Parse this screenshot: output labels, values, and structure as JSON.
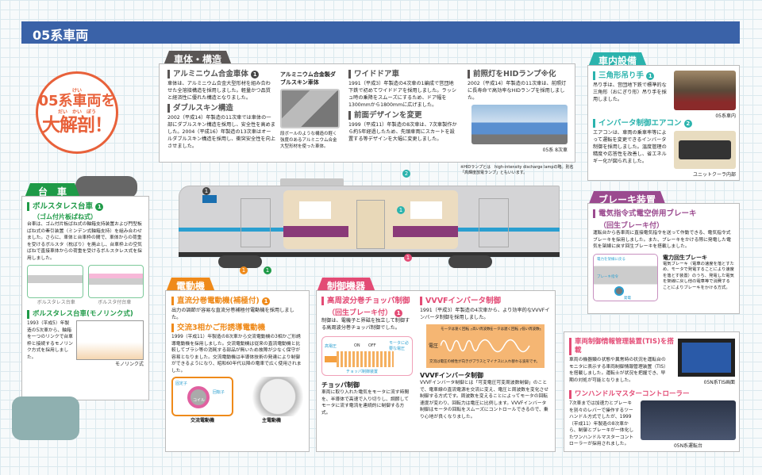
{
  "header": {
    "title": "05系車両"
  },
  "logo": {
    "line1": "05系車両を",
    "line2": "大解剖！",
    "ruby1": "けい",
    "ruby2": "だい　かい　ぼう"
  },
  "body_section": {
    "tab": "車体・構造",
    "alu": {
      "title": "アルミニウム合金車体",
      "num": "1",
      "text": "車体は、アルミニウム合金大型形材を組み合わせた全溶接構造を採用しました。軽量かつ品質と経済性に優れた構造となりました。"
    },
    "double": {
      "title": "ダブルスキン構造",
      "text": "2002（平成14）年製造の11次車では車体の一部にダブルスキン構造を採用し、安全性を高めました。2004（平成16）年製造の13次車はオールダブルスキン構造を採用し、衝突安全性を向上させました。"
    },
    "figure": {
      "title": "アルミニウム合金製ダブルスキン車体",
      "caption": "段ボールのような構造の軽く強度のあるアルミニウム合金大型形材を使った車体。"
    },
    "wide": {
      "title": "ワイドドア車",
      "text": "1991（平成3）年製造の4次車の1編成で営団地下鉄で初めてワイドドアを採用しました。ラッシュ時の乗降をスムーズにするため、ドア幅を1300mmから1800mmに広げました。"
    },
    "front": {
      "title": "前面デザインを変更",
      "text": "1999（平成11）年製造の8次車は、7次車製作から約5年経過したため、先頭車両にスカートを設置する等デザインを大幅に変更しました。"
    },
    "hid": {
      "title": "前照灯をHIDランプ※化",
      "text": "2002（平成14）年製造の11次車は、前照灯に長寿命で高効率なHIDランプを採用しました。",
      "caption": "05系 8次車"
    },
    "note": "※HIDランプとは　high-intensity discharge lampの略。別名「高輝度放電ランプ」ともいいます。"
  },
  "interior": {
    "tab": "車内設備",
    "strap": {
      "title": "三角形吊り手",
      "num": "1",
      "text": "吊り手は、営団地下鉄で標準的な三角形（おにぎり形）吊り手を採用しました。",
      "caption": "05系車内"
    },
    "ac": {
      "title": "インバータ制御エアコン",
      "num": "2",
      "text": "エアコンは、車両の乗車率等によって運転を変更できるインバータ制御を採用しました。温度管理の精度や応答性を改善し、省エネルギー化が図られました。",
      "caption": "ユニットクーラ内部"
    }
  },
  "bogie": {
    "tab": "台　車",
    "boltless": {
      "title": "ボルスタレス台車",
      "num": "1",
      "subtitle": "（ゴム付片板ばね式）",
      "text": "台車は、ゴム付片板ばね式の軸箱支持装置および門型板ばね式の牽引装置（ミンデン式軸箱支持）を組み合わせました。さらに、車体と台車枠の間で、車体からの荷重を受けるボルスタ（枕ばり）を廃止し、台車枠上の空気ばねで直接車体からの荷重を受けるボルスタレス式を採用しました。",
      "cap1": "ボルスタレス台車",
      "cap2": "ボルスタ付台車"
    },
    "monolink": {
      "title": "ボルスタレス台車(モノリンク式)",
      "text": "1993（平成5）年製造の5次車から、軸箱を一つのリンクで台車枠と接続するモノリンク方式を採用しました。",
      "caption": "モノリンク式"
    }
  },
  "motor": {
    "tab": "電動機",
    "dc": {
      "title": "直流分巻電動機(補極付)",
      "num": "1",
      "text": "出力の調節が容易な直流分巻補極付電動機を採用しました。"
    },
    "ac": {
      "title": "交流3相かご形誘導電動機",
      "text": "1999（平成11）年製造の8次車から交流電動機の3相かご形誘導電動機を採用しました。交流電動機は従来の直流電動機と比較してブラシ等の消耗する部品が無いため故障が少なく保守が容易となりました。交流電動機は半導体技術の発達により制御ができるようになり、昭和60年代以降の電車で広く使用されました。"
    },
    "fig1": {
      "caption": "交流電動機",
      "stator": "固定子",
      "rotor": "回転子",
      "coil": "コイル"
    },
    "fig2": {
      "caption": "主電動機"
    }
  },
  "control": {
    "tab": "制御機器",
    "chopper": {
      "title": "高周波分巻チョッパ制御",
      "subtitle": "（回生ブレーキ付）",
      "num": "1",
      "text": "制御は、電機子と界磁を独立して制御する高周波分巻チョッパ制御でした。",
      "fig_in": "高電圧",
      "fig_out": "モータに必要な電圧",
      "fig_label": "チョッパ制御装置",
      "fig_on": "ON",
      "fig_off": "OFF",
      "sub": "チョッパ制御",
      "sub_text": "車両に取り入れた電気をモータに流す時間を、半導体で高速で入り切りし、調節してモータに流す電流を連続的に制御する方式。"
    },
    "vvvf": {
      "title": "VVVFインバータ制御",
      "text": "1991（平成3）年製造の4次車から、より効率的なVVVFインバータ制御を採用しました。",
      "fig_high": "モータは速く回転 ┌高い周波数┐",
      "fig_low": "モータは遅く回転 ┌低い周波数┐",
      "fig_axis": "電圧",
      "fig_note": "交流は電圧の極性が向きがプラスとマイナスに入れ替わる波形です。",
      "sub": "VVVFインバータ制御",
      "sub_text": "VVVFインバータ制御とは「可変電圧可変周波数制御」のことで、電車線の直流電源を交流に変え、電圧と周波数を変化させ制御する方式です。周波数を変えることによってモータの回転速度が変わり、回転力は電圧に比例します。VVVFインバータ制御はモータの回転をスムーズにコントロールできるので、乗り心地が良くなりました。"
    }
  },
  "brake": {
    "tab": "ブレーキ装置",
    "main": {
      "title": "電気指令式電空併用ブレーキ",
      "subtitle": "（回生ブレーキ付）",
      "text": "運転台から各車両に直接電気指令を送って作動できる、電気指令式ブレーキを採用しました。また、ブレーキをかける際に発電した電気を架線に戻す回生ブレーキを搭載しました。"
    },
    "fig": {
      "return": "電力を架線に戻る",
      "cmd": "ブレーキ指令",
      "gen": "発電"
    },
    "regen": {
      "title": "電力回生ブレーキ",
      "text": "電気ブレーキ（電車の速度を落とすため、モータで発電することにより速度を落とす装置）のうち、発電した電気を架線に戻し他の電車等で消費することによりブレーキをかける方式。"
    }
  },
  "tis": {
    "title": "車両制御情報管理装置(TIS)を搭載",
    "text": "車両の機器類の状態や異常時の状況を運転台のモニタに表示する車両制御情報管理装置（TIS）を搭載しました。運転士が状況を把握でき、早期の対処が可能となりました。",
    "caption": "05N系TIS画面",
    "master": {
      "title": "ワンハンドルマスターコントローラー",
      "text": "7次車までは加速力とブレーキを別々のレバーで操作するツーハンドル方式でしたが、1999（平成11）年製造の8次車から、制御とブレーキが一体化したワンハンドルマスターコントローラーが採用されました。",
      "caption": "05N系運転台"
    }
  },
  "train": {
    "markers": [
      "1",
      "2",
      "1",
      "1",
      "1",
      "1"
    ]
  },
  "colors": {
    "blue": "#3a62a8",
    "orange": "#e8613a",
    "gray": "#5a5655",
    "teal": "#2bb3ad",
    "green": "#1e9a47",
    "motor": "#ef8a1a",
    "pink": "#e34b75",
    "purple": "#9b4a8f"
  }
}
